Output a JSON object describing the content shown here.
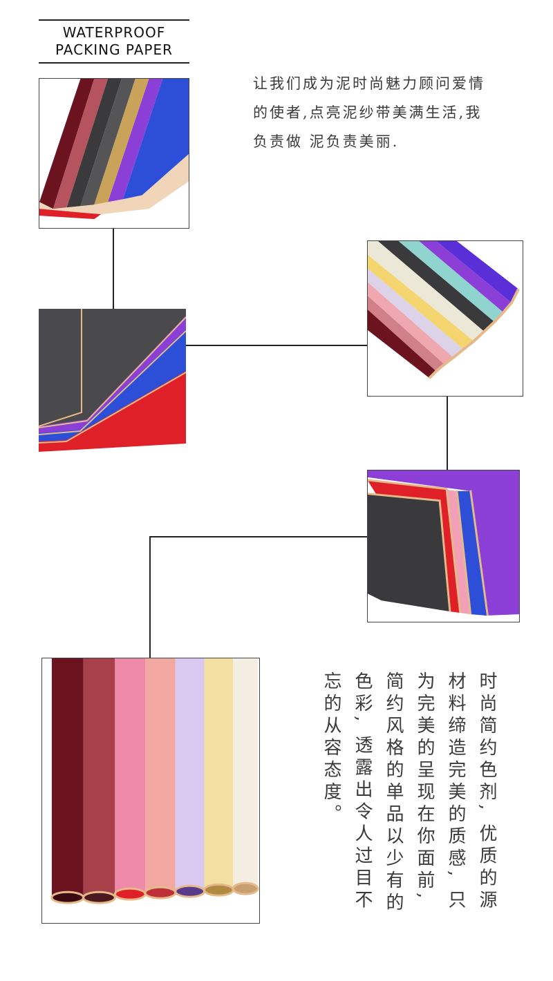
{
  "title": {
    "line1": "WATERPROOF",
    "line2": "PACKING PAPER"
  },
  "intro_text": {
    "line1": "让我们成为泥时尚魅力顾问爱情",
    "line2": "的使者,点亮泥纱带美满生活,我",
    "line3": "负责做 泥负责美丽."
  },
  "vertical_text": "时尚简约色剂, 优质的源材料缔造完美的质感, 只为完美的呈现在你面前, 简约风格的单品以少有的色彩, 透露出令人过目不忘的从容态度。",
  "colors": {
    "wine": "#6b1420",
    "dusty_rose": "#b5545e",
    "charcoal": "#3a3a3c",
    "gold": "#c9a35a",
    "violet": "#8b3fd6",
    "royal_blue": "#2d4fd8",
    "red": "#e02028",
    "pink": "#f1a0b8",
    "cream": "#f3e0a0",
    "lavender": "#d9c8ef",
    "teal": "#8fd4cf",
    "rose_gold_edge": "#e6b98a"
  }
}
